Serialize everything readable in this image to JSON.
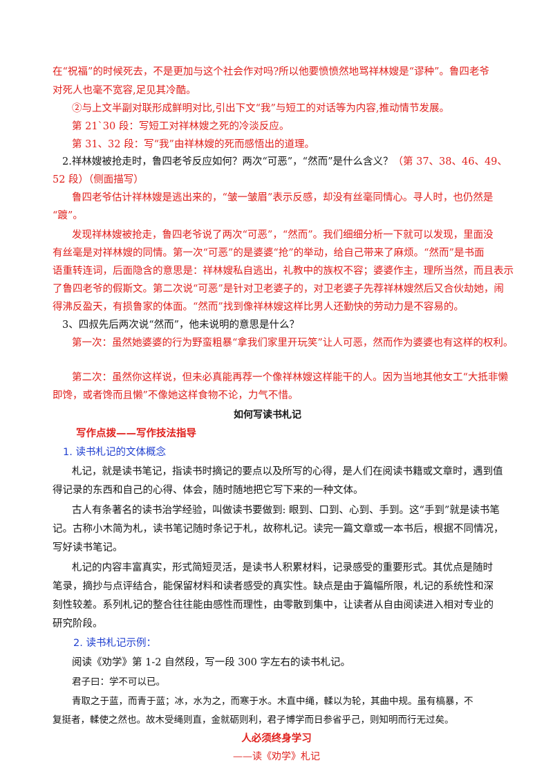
{
  "colors": {
    "red": "#e0201c",
    "text": "#151515",
    "blue": "#1f3fd0"
  },
  "top": {
    "l1": "在“祝福”的时候死去，不是更加与这个社会作对吗?所以他要愤愤然地骂祥林嫂是“谬种”。鲁四老爷",
    "l2": "对死人也毫不宽容,足见其冷酷。",
    "l3": "②与上文半副对联形成鲜明对比,引出下文“我”与短工的对话等为内容,推动情节发展。",
    "l4": "第 21`30 段：写短工对祥林嫂之死的冷淡反应。",
    "l5": "第 31、32 段：写“我”由祥林嫂的死而感悟出的道理。"
  },
  "q2": {
    "question": "2.祥林嫂被抢走时，鲁四老爷反应如何？两次“可恶”，“然而”是什么含义？",
    "ref": "（第 37、38、46、49、",
    "ref2": "52 段）（侧面描写）",
    "a1": "鲁四老爷估计祥林嫂是逃出来的，“皱一皱眉”表示反感，却没有丝毫同情心。寻人时，也仍然是",
    "a2": "“踱”。",
    "b1": "发现祥林嫂被抢走，鲁四老爷说了两次“可恶”，“然而”。我们细细分析一下就可以发现，里面没",
    "b2": "有丝毫是对祥林嫂的同情。第一次“可恶”的是婆婆“抢”的举动，给自己带来了麻烦。“然而”是书面",
    "b3": "语重转连词，后面隐含的意思是：祥林嫂私自逃出，礼教中的族权不容；婆婆作主，理所当然，而且表示",
    "b4": "了鲁四老爷的假斯文。第二次说“可恶”是针对卫老婆子的，对卫老婆子先荐祥林嫂然后又合伙劫她，闹",
    "b5": "得沸反盈天，有损鲁家的体面。“然而”找到像祥林嫂这样比男人还勤快的劳动力是不容易的。"
  },
  "q3": {
    "question": "3、四叔先后两次说“然而”，他未说明的意思是什么？",
    "a1": "第一次：虽然她婆婆的行为野蛮粗暴“拿我们家里开玩笑”让人可恶，然而作为婆婆也有这样的权利。",
    "a2": "第二次：虽然你这样说，但未必真能再荐一个像祥林嫂这样能干的人。因为当地其他女工“大抵非懒",
    "a3": "即馋，或者馋而且懒”不像她这样食物不论，力气不惜。"
  },
  "section": {
    "title": "如何写读书札记",
    "subtitle": "写作点拨——写作技法指导",
    "h1_num": "1.",
    "h1": "读书札记的文体概念",
    "p1_1": "札记，就是读书笔记，指读书时摘记的要点以及所写的心得，是人们在阅读书籍或文章时，遇到值",
    "p1_2": "得记录的东西和自己的心得、体会，随时随地把它写下来的一种文体。",
    "p2_1": "古人有条著名的读书治学经验，叫做读书要做到: 眼到、口到、心到、手到。这“手到”就是读书笔",
    "p2_2": "记。古称小木简为札，读书笔记随时条记于札，故称札记。读完一篇文章或一本书后，根据不同情况，",
    "p2_3": "写好读书笔记。",
    "p3_1": "札记的内容丰富真实，形式简短灵活，是读书人积累材料，记录感受的重要形式。其优点是随时",
    "p3_2": "笔录，摘抄与点评结合，能保留材料和读者感受的真实性。缺点是由于篇幅所限，札记的系统性和深",
    "p3_3": "刻性较差。系列札记的整合往往能由感性而理性，由零散到集中，让读者从自由阅读进入相对专业的",
    "p3_4": "研究阶段。",
    "h2_num": "2.",
    "h2": "读书札记示例：",
    "task": "阅读《劝学》第 1-2 自然段，写一段 300 字左右的读书札记。",
    "quote1": "君子曰：学不可以已。",
    "quote2_1": "青取之于蓝，而青于蓝；冰，水为之，而寒于水。木直中绳，輮以为轮，其曲中规。虽有槁暴，不",
    "quote2_2": "复挺者，輮使之然也。故木受绳则直，金就砺则利，君子博学而日参省乎己，则知明而行无过矣。",
    "essay_title": "人必须终身学习",
    "essay_sub": "——读《劝学》札记"
  }
}
